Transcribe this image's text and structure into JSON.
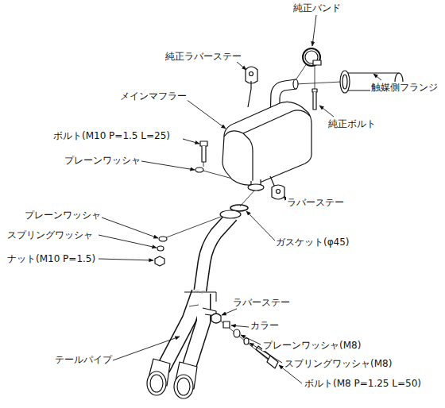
{
  "diagram": {
    "labels": [
      "純正バンド",
      "純正ラバーステー",
      "メインマフラー",
      "触媒側フランジ",
      "純正ボルト",
      "ボルト(M10 P=1.5 L=25)",
      "プレーンワッシャ",
      "ラバーステー",
      "ガスケット(φ45)",
      "プレーンワッシャ",
      "スプリングワッシャ",
      "ナット(M10 P=1.5)",
      "ラバーステー",
      "カラー",
      "プレーンワッシャ(M8)",
      "スプリングワッシャ(M8)",
      "ボルト(M8 P=1.25 L=50)",
      "テールパイプ"
    ]
  }
}
